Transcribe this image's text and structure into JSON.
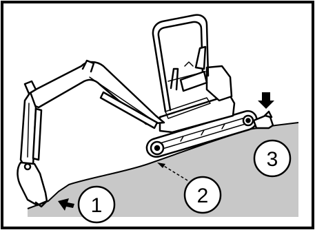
{
  "diagram": {
    "callouts": [
      {
        "number": "1"
      },
      {
        "number": "2"
      },
      {
        "number": "3"
      }
    ],
    "colors": {
      "ground": "#c8c8c8",
      "outline": "#000000",
      "background": "#ffffff"
    },
    "icons": [
      "arrow-icon",
      "arrow-icon",
      "arrow-icon"
    ]
  }
}
